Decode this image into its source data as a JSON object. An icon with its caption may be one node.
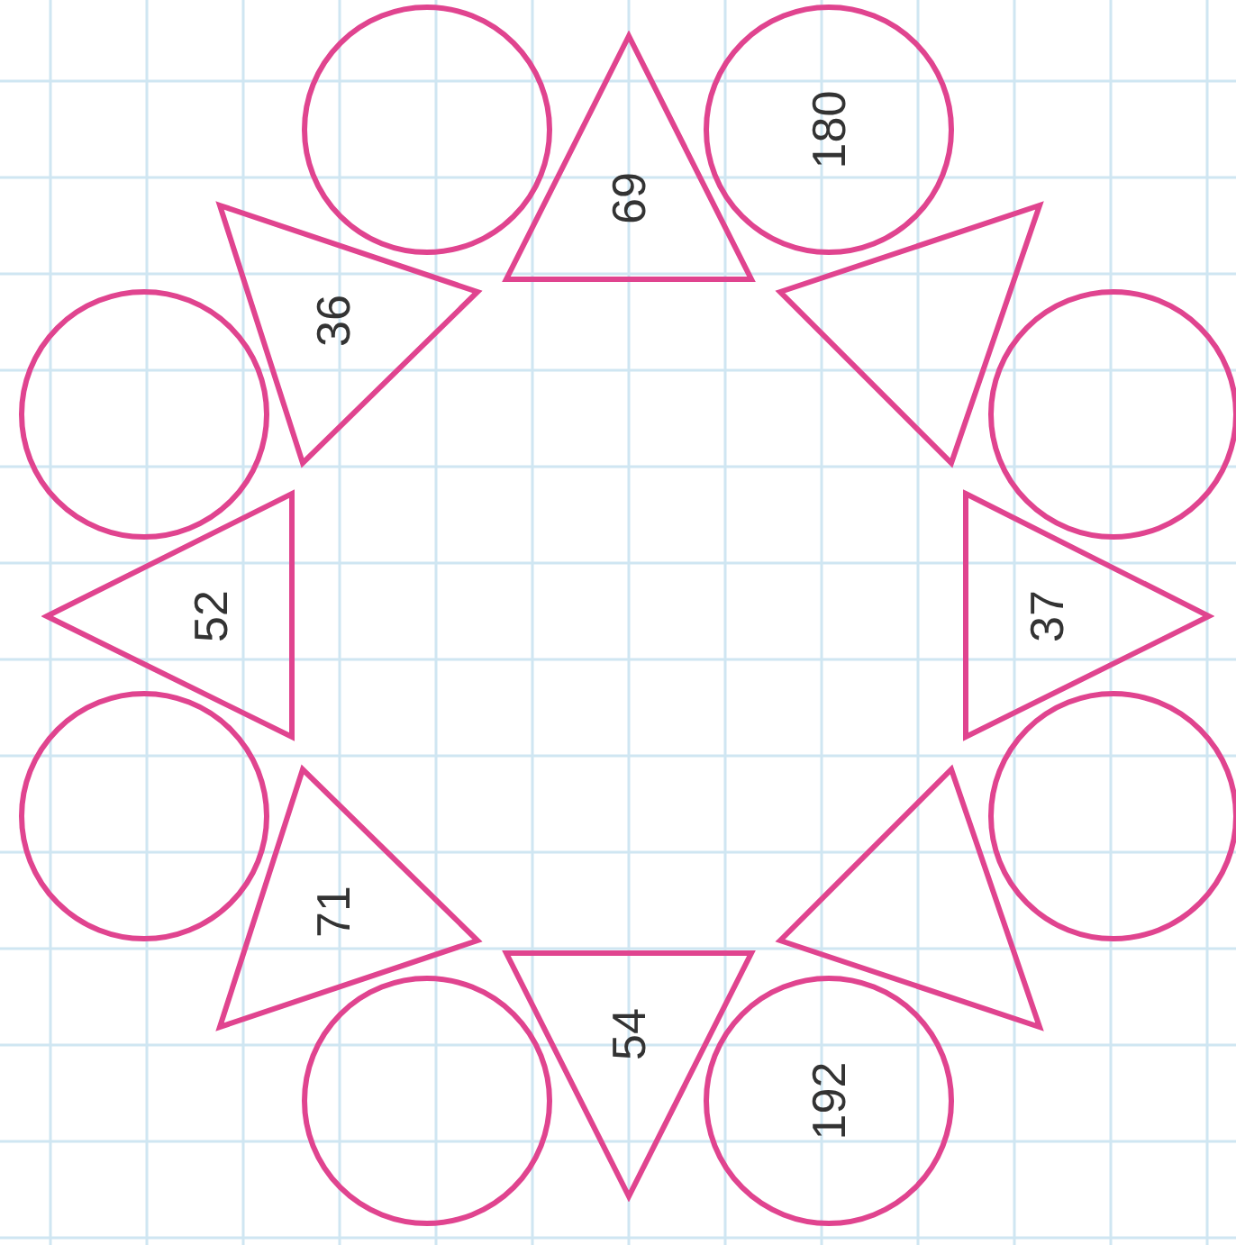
{
  "diagram": {
    "nodes": [
      {
        "text": [],
        "shape": "circle"
      },
      {
        "text": [
          "69"
        ]
      },
      {
        "text": [
          "180"
        ]
      },
      {
        "text": [
          "36"
        ]
      },
      {
        "text": [],
        "shape": "triangle"
      },
      {
        "text": [],
        "shape": "circle"
      },
      {
        "text": [],
        "shape": "circle"
      },
      {
        "text": [
          "52"
        ]
      },
      {
        "text": [
          "37"
        ]
      },
      {
        "text": [],
        "shape": "circle"
      },
      {
        "text": [],
        "shape": "circle"
      },
      {
        "text": [
          "71"
        ]
      },
      {
        "text": [],
        "shape": "triangle"
      },
      {
        "text": [],
        "shape": "circle"
      },
      {
        "text": [
          "54"
        ]
      },
      {
        "text": [
          "192"
        ]
      }
    ]
  }
}
